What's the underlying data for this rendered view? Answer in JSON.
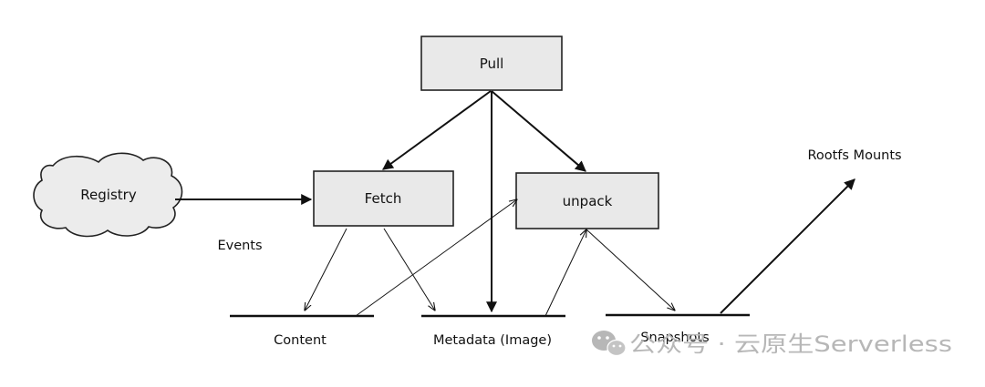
{
  "nodes": {
    "pull": "Pull",
    "fetch": "Fetch",
    "unpack": "unpack",
    "registry": "Registry"
  },
  "labels": {
    "events": "Events",
    "rootfs_mounts": "Rootfs Mounts",
    "content": "Content",
    "metadata": "Metadata (Image)",
    "snapshots": "Snapshots"
  },
  "watermark": {
    "text": "公众号 · 云原生Serverless",
    "icon": "wechat-icon"
  },
  "colors": {
    "box_fill": "#e9e9e9",
    "stroke": "#222222",
    "watermark": "#b7b7b7"
  }
}
